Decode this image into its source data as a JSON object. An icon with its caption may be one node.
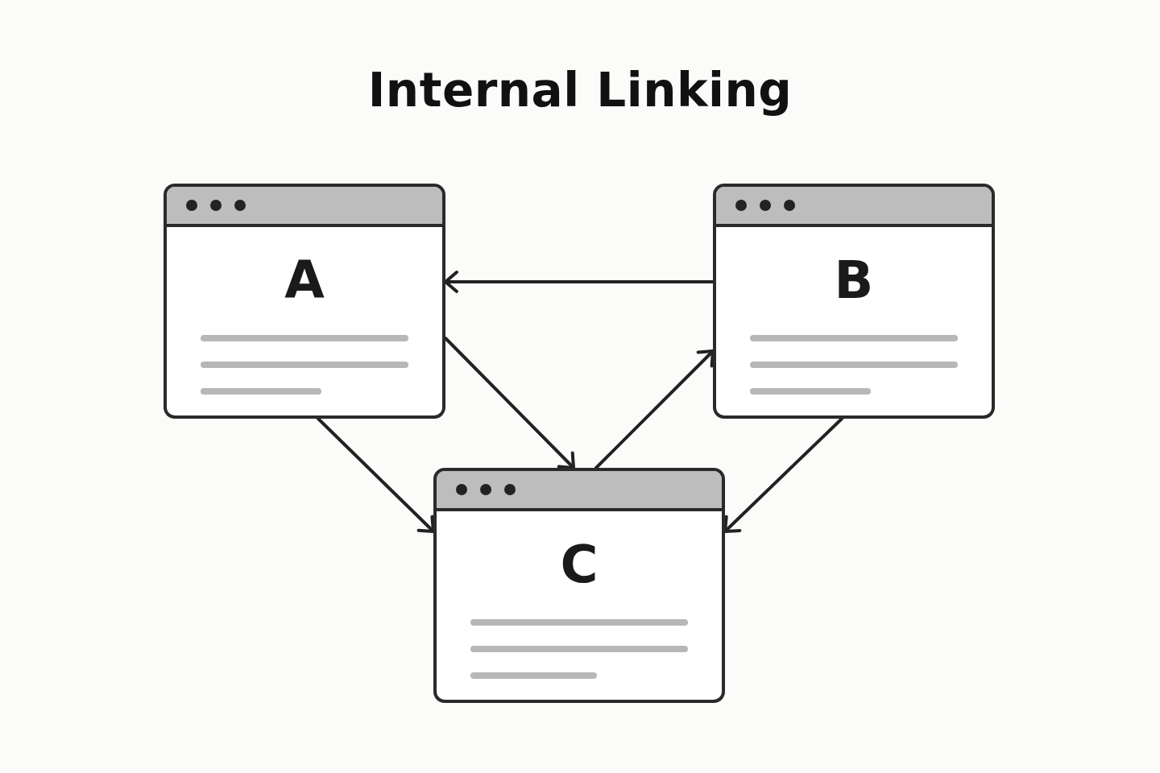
{
  "diagram": {
    "title": "Internal Linking",
    "nodes": [
      {
        "text": [
          "A"
        ]
      },
      {
        "text": [
          "B"
        ]
      },
      {
        "text": [
          "C"
        ]
      }
    ],
    "edges": [
      {
        "from": 1,
        "to": 0,
        "arrow": "to"
      },
      {
        "from": 0,
        "to": 2,
        "arrow": "to"
      },
      {
        "from": 2,
        "to": 1,
        "arrow": "to"
      },
      {
        "from": 0,
        "to": 2,
        "arrow": "to"
      },
      {
        "from": 1,
        "to": 2,
        "arrow": "to"
      }
    ]
  }
}
